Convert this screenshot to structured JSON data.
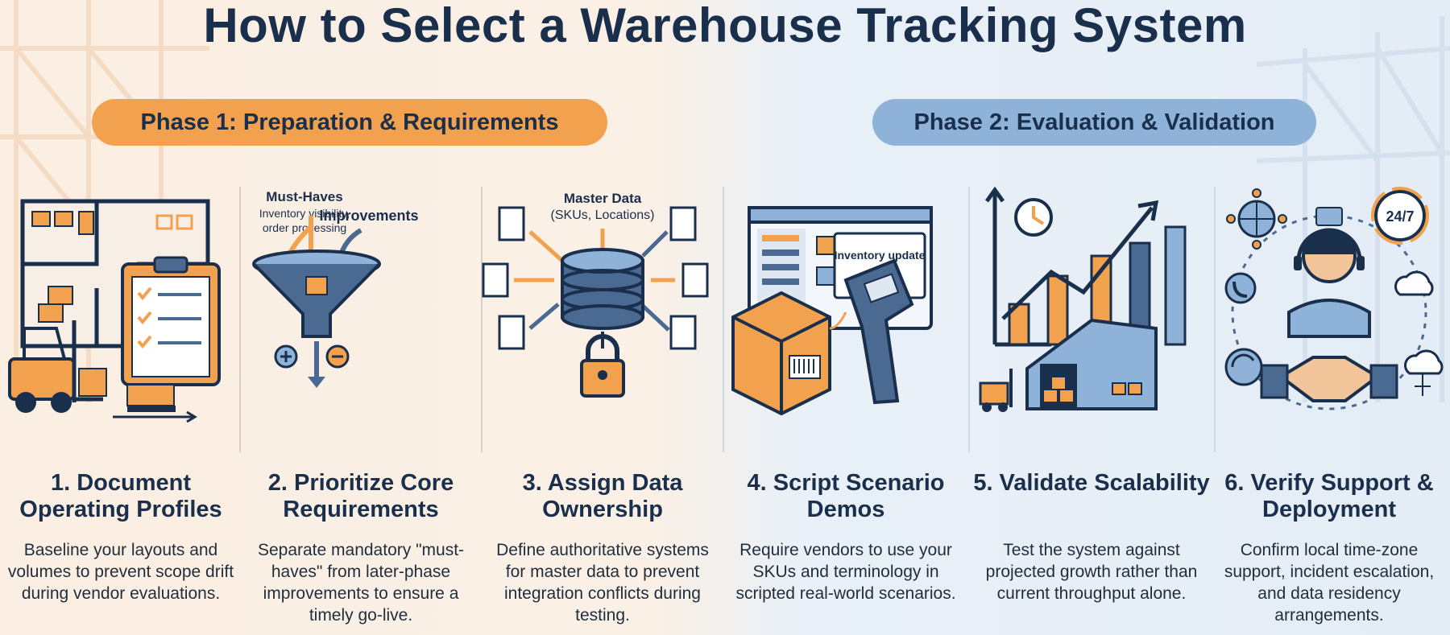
{
  "title": "How to Select a Warehouse Tracking System",
  "phases": [
    {
      "label": "Phase 1: Preparation & Requirements",
      "color": "#f2a14f"
    },
    {
      "label": "Phase 2: Evaluation & Validation",
      "color": "#8fb2d8"
    }
  ],
  "colors": {
    "navy": "#1a2f4c",
    "orange": "#f2a14f",
    "blue": "#8fb2d8",
    "steel": "#4a6a92"
  },
  "steps": [
    {
      "title": "1. Document Operating Profiles",
      "description": "Baseline your layouts and volumes to prevent scope drift during vendor evaluations.",
      "icons": [
        "floor-plan-icon",
        "clipboard-checklist-icon",
        "forklift-icon",
        "pallet-icon"
      ]
    },
    {
      "title": "2. Prioritize Core Requirements",
      "description": "Separate mandatory \"must-haves\" from later-phase improvements to ensure a timely go-live.",
      "icons": [
        "funnel-icon",
        "plus-icon",
        "minus-icon"
      ],
      "labels": {
        "must_haves": "Must-Haves",
        "must_haves_detail_1": "Inventory visibility,",
        "must_haves_detail_2": "order processing",
        "improvements": "Improvements"
      }
    },
    {
      "title": "3. Assign Data Ownership",
      "description": "Define authoritative systems for master data to prevent integration conflicts during testing.",
      "icons": [
        "database-icon",
        "document-icon",
        "padlock-icon"
      ],
      "labels": {
        "master_data": "Master Data",
        "master_data_detail": "(SKUs, Locations)"
      }
    },
    {
      "title": "4. Script Scenario Demos",
      "description": "Require vendors to use your SKUs and terminology in scripted real-world scenarios.",
      "icons": [
        "browser-window-icon",
        "box-icon",
        "barcode-scanner-icon"
      ],
      "labels": {
        "inventory_update": "Inventory update"
      }
    },
    {
      "title": "5. Validate Scalability",
      "description": "Test the system against projected growth rather than current throughput alone.",
      "icons": [
        "growth-chart-icon",
        "clock-icon",
        "warehouse-icon",
        "forklift-icon"
      ]
    },
    {
      "title": "6. Verify Support & Deployment",
      "description": "Confirm local time-zone support, incident escalation, and data residency arrangements.",
      "icons": [
        "support-agent-icon",
        "globe-network-icon",
        "24-7-icon",
        "phone-icon",
        "cloud-icon",
        "handshake-icon"
      ],
      "labels": {
        "support_badge": "24/7"
      }
    }
  ]
}
